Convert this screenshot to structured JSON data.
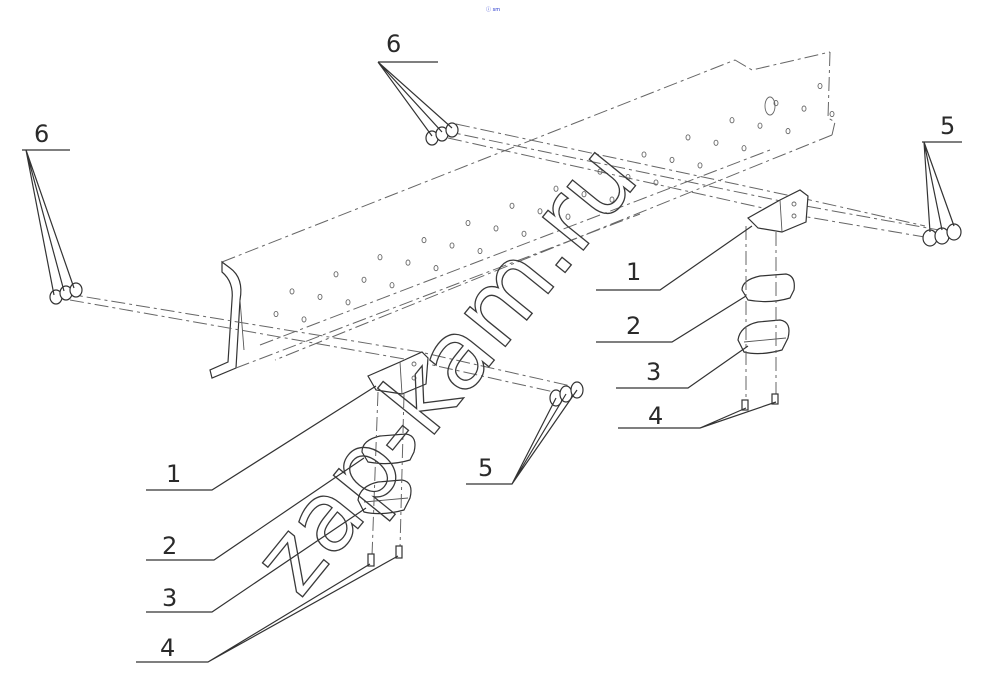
{
  "top_mark": "ⓘ sm",
  "watermark": "zap-kam.ru",
  "callouts": {
    "c6_top": "6",
    "c6_left": "6",
    "c5_right": "5",
    "c1_right": "1",
    "c2_right": "2",
    "c3_right": "3",
    "c4_right": "4",
    "c1_left": "1",
    "c5_left": "5",
    "c2_left": "2",
    "c3_left": "3",
    "c4_left": "4"
  }
}
